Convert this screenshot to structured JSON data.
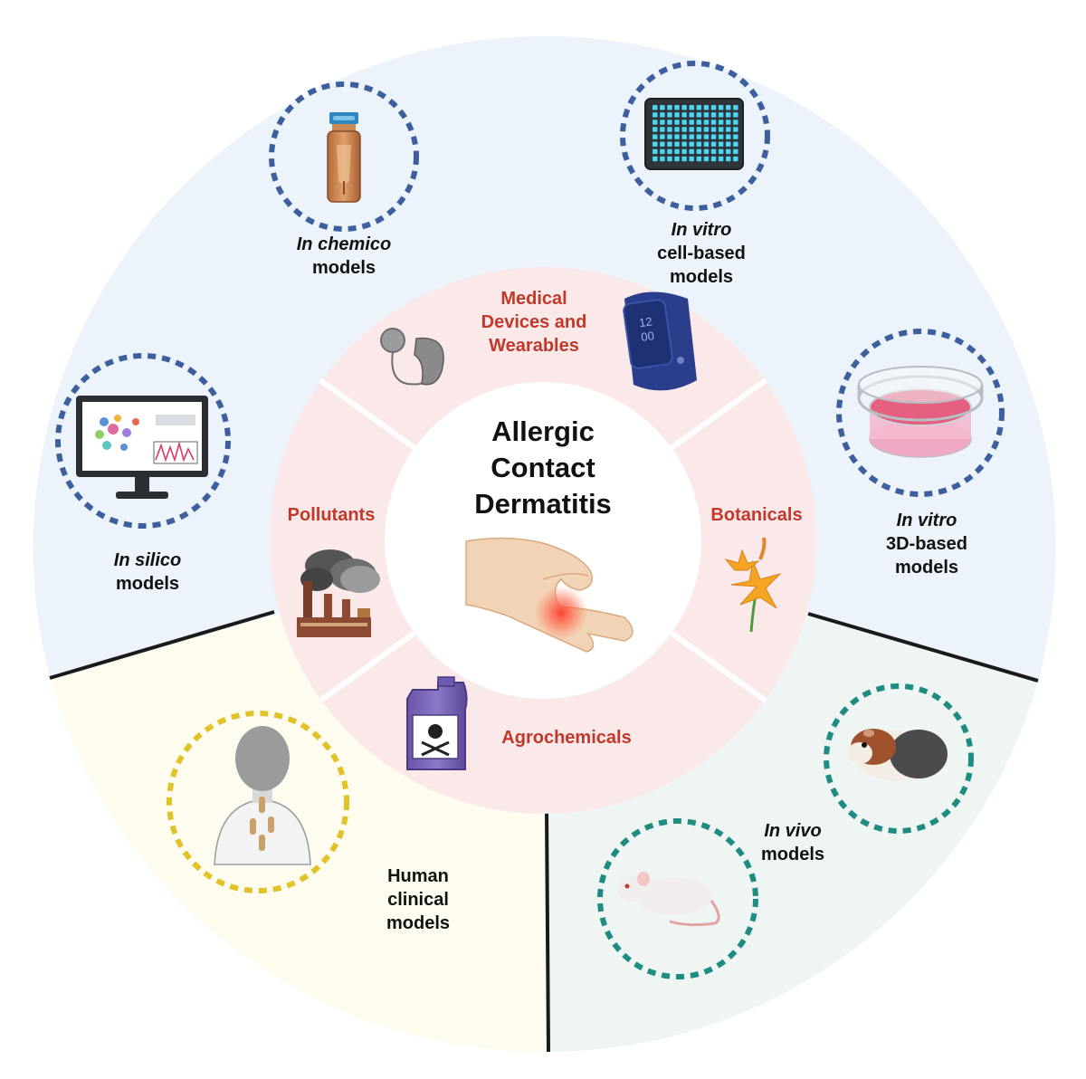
{
  "center": {
    "line1": "Allergic",
    "line2": "Contact",
    "line3": "Dermatitis"
  },
  "exposures": {
    "medical": {
      "line1": "Medical",
      "line2": "Devices and",
      "line3": "Wearables"
    },
    "pollutants": "Pollutants",
    "botanicals": "Botanicals",
    "agrochemicals": "Agrochemicals"
  },
  "models": {
    "in_chemico": {
      "italic": "In chemico",
      "rest": "models"
    },
    "in_vitro_cell": {
      "italic": "In vitro",
      "line2": "cell-based",
      "line3": "models"
    },
    "in_silico": {
      "italic": "In silico",
      "rest": "models"
    },
    "in_vitro_3d": {
      "italic": "In vitro",
      "line2": "3D-based",
      "line3": "models"
    },
    "in_vivo": {
      "italic": "In vivo",
      "rest": "models"
    },
    "human": {
      "line1": "Human",
      "line2": "clinical",
      "line3": "models"
    }
  },
  "watch": {
    "hour": "12",
    "minute": "00"
  },
  "colors": {
    "blue_sector": "#ecf3fb",
    "yellow_sector": "#fdfcef",
    "green_sector": "#eef5f2",
    "inner_ring": "#fbe9e9",
    "dashed_blue": "#3d5f9e",
    "dashed_yellow": "#e2c229",
    "dashed_teal": "#1f8c84",
    "exposure_text": "#c0392b"
  },
  "icons": [
    "vial-icon",
    "microplate-icon",
    "computer-monitor-icon",
    "petri-dish-icon",
    "guinea-pig-icon",
    "mouse-icon",
    "patch-test-back-icon",
    "hearing-aid-icon",
    "smartwatch-icon",
    "factory-icon",
    "lily-flower-icon",
    "poison-jug-icon",
    "hand-rash-icon"
  ]
}
